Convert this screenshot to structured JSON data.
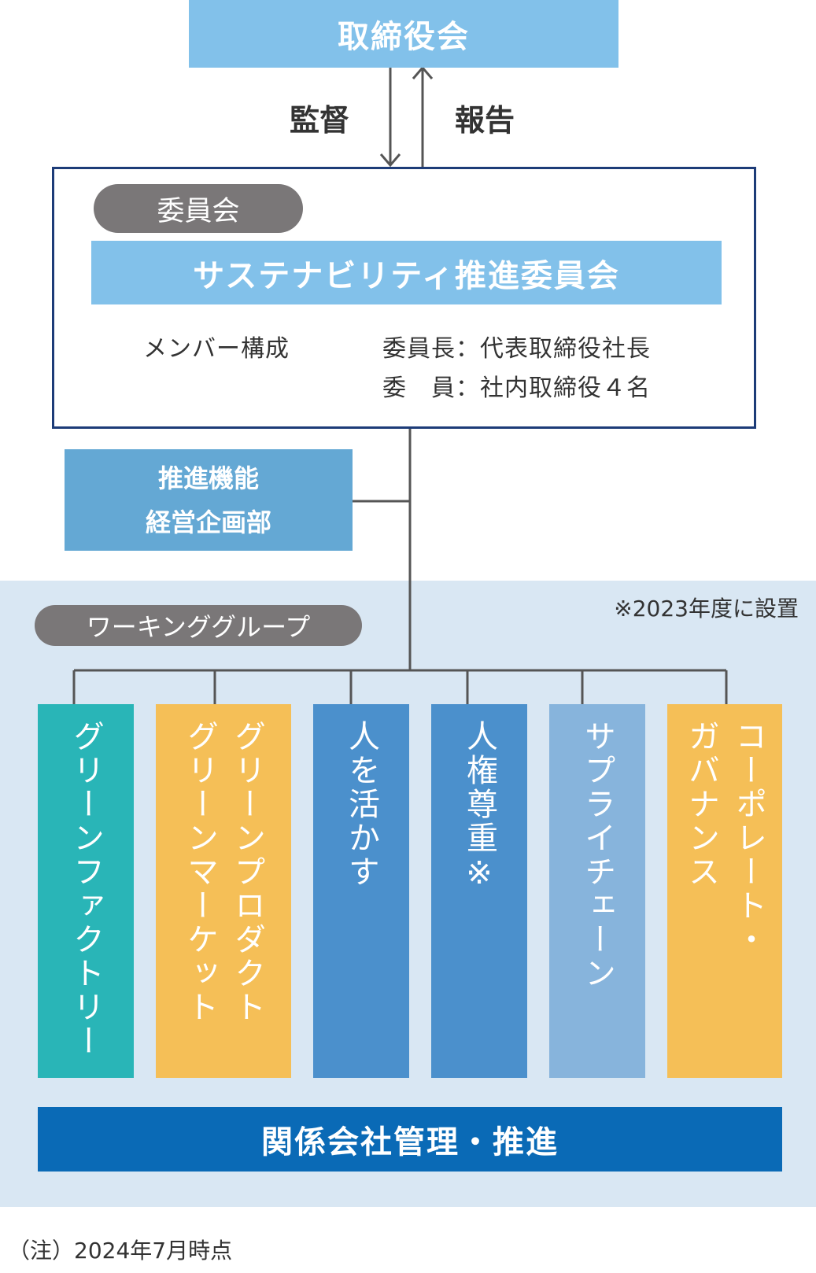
{
  "board": {
    "label": "取締役会"
  },
  "flow": {
    "down_label": "監督",
    "up_label": "報告"
  },
  "committee": {
    "pill_label": "委員会",
    "name": "サステナビリティ推進委員会",
    "members_label": "メンバー構成",
    "chair": "委員長：代表取締役社長",
    "members": "委　員：社内取締役４名"
  },
  "promotion": {
    "line1": "推進機能",
    "line2": "経営企画部"
  },
  "working_groups": {
    "pill_label": "ワーキンググループ",
    "note": "※2023年度に設置",
    "groups": [
      {
        "lines": [
          "グリーンファクトリー"
        ],
        "color": "#29b5b7"
      },
      {
        "lines": [
          "グリーンプロダクト",
          "グリーンマーケット"
        ],
        "color": "#f5bf57"
      },
      {
        "lines": [
          "人を活かす"
        ],
        "color": "#4b90cc"
      },
      {
        "lines": [
          "人権尊重※"
        ],
        "color": "#4b90cc"
      },
      {
        "lines": [
          "サプライチェーン"
        ],
        "color": "#87b4dc"
      },
      {
        "lines": [
          "コーポレート・",
          "ガバナンス"
        ],
        "color": "#f5bf57"
      }
    ]
  },
  "affiliates": {
    "label": "関係会社管理・推進"
  },
  "footnote": "（注）2024年7月時点",
  "colors": {
    "light_blue": "#82c1ea",
    "navy_border": "#1d3c78",
    "gray_pill": "#7a7778",
    "function_blue": "#64a8d4",
    "area_bg": "#d9e7f3",
    "dark_blue": "#0a6ab6",
    "connector": "#555555"
  }
}
